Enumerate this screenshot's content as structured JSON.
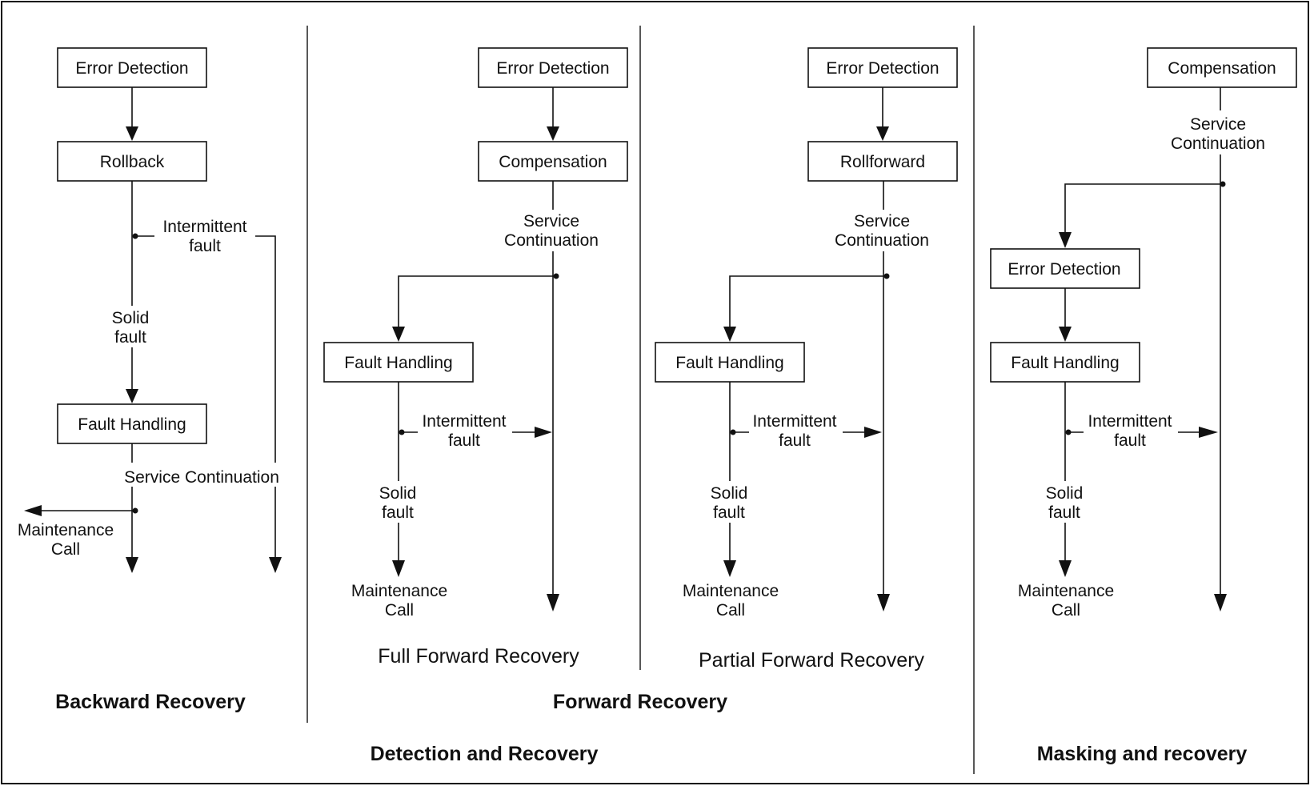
{
  "backward": {
    "boxes": [
      "Error Detection",
      "Rollback",
      "Fault Handling"
    ],
    "intermittent": [
      "Intermittent",
      "fault"
    ],
    "solid": [
      "Solid",
      "fault"
    ],
    "service": "Service Continuation",
    "maintenance": [
      "Maintenance",
      "Call"
    ],
    "title": "Backward Recovery"
  },
  "full_forward": {
    "boxes": [
      "Error Detection",
      "Compensation",
      "Fault Handling"
    ],
    "service": [
      "Service",
      "Continuation"
    ],
    "intermittent": [
      "Intermittent",
      "fault"
    ],
    "solid": [
      "Solid",
      "fault"
    ],
    "maintenance": [
      "Maintenance",
      "Call"
    ],
    "caption": "Full Forward Recovery"
  },
  "partial_forward": {
    "boxes": [
      "Error Detection",
      "Rollforward",
      "Fault Handling"
    ],
    "service": [
      "Service",
      "Continuation"
    ],
    "intermittent": [
      "Intermittent",
      "fault"
    ],
    "solid": [
      "Solid",
      "fault"
    ],
    "maintenance": [
      "Maintenance",
      "Call"
    ],
    "caption": "Partial Forward Recovery"
  },
  "forward_title": "Forward Recovery",
  "masking": {
    "boxes": [
      "Compensation",
      "Error Detection",
      "Fault Handling"
    ],
    "service": [
      "Service",
      "Continuation"
    ],
    "intermittent": [
      "Intermittent",
      "fault"
    ],
    "solid": [
      "Solid",
      "fault"
    ],
    "maintenance": [
      "Maintenance",
      "Call"
    ],
    "title": "Masking and recovery"
  },
  "detection_title": "Detection and Recovery"
}
